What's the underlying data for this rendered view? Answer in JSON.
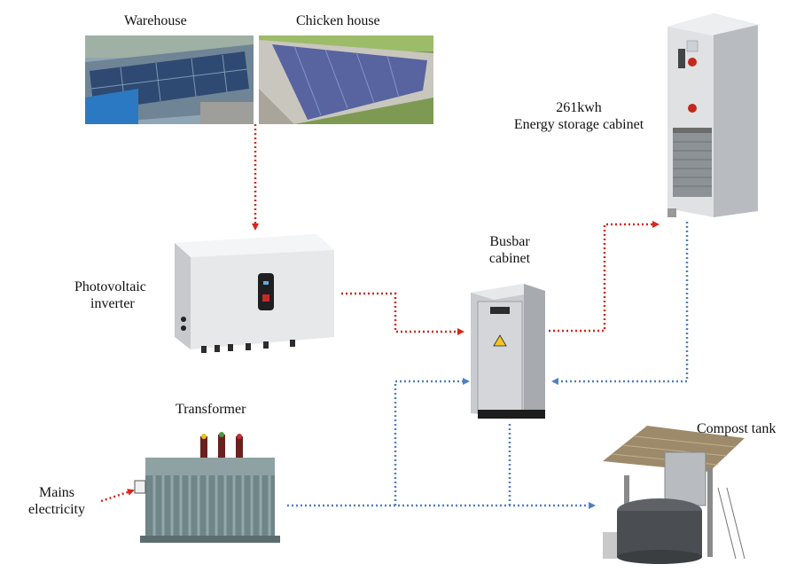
{
  "labels": {
    "warehouse": "Warehouse",
    "chicken_house": "Chicken house",
    "storage_line1": "261kwh",
    "storage_line2": "Energy storage cabinet",
    "busbar_line1": "Busbar",
    "busbar_line2": "cabinet",
    "inverter_line1": "Photovoltaic",
    "inverter_line2": "inverter",
    "transformer": "Transformer",
    "mains_line1": "Mains",
    "mains_line2": "electricity",
    "compost": "Compost tank"
  },
  "colors": {
    "solar_flow": "#d9261c",
    "grid_flow": "#4f7fc4"
  }
}
